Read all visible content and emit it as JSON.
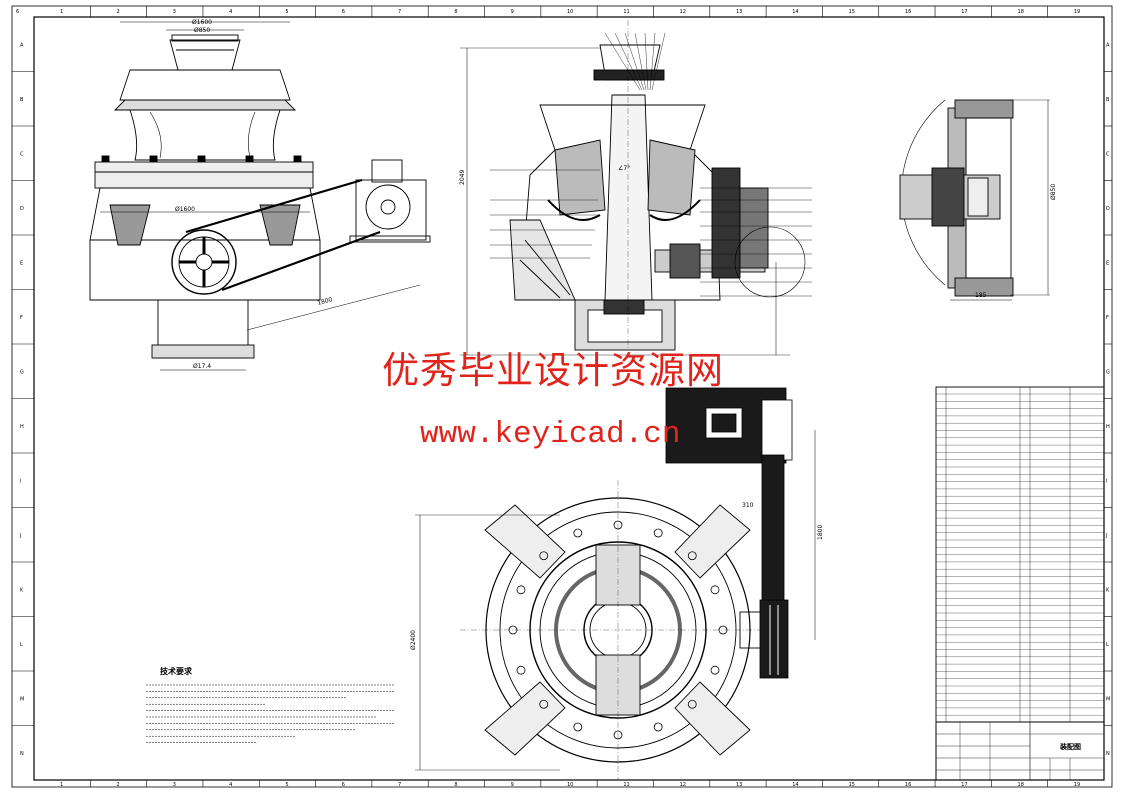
{
  "sheet": {
    "col_labels": [
      "1",
      "2",
      "3",
      "4",
      "5",
      "6",
      "7",
      "8",
      "9",
      "10",
      "11",
      "12",
      "13",
      "14",
      "15",
      "16",
      "17",
      "18",
      "19"
    ],
    "row_labels": [
      "A",
      "B",
      "C",
      "D",
      "E",
      "F",
      "G",
      "H",
      "I",
      "J",
      "K",
      "L",
      "M",
      "N"
    ],
    "corner_code": "6"
  },
  "watermark": {
    "line1": "优秀毕业设计资源网",
    "line2": "www.keyicad.cn"
  },
  "tech_requirements": {
    "title": "技术要求"
  },
  "bom": {
    "title": "装配图"
  },
  "dimensions": {
    "front_outer": "Ø1600",
    "cone_dia": "Ø850",
    "base_width": "Ø17.4",
    "belt_span": "1800",
    "plan_dia": "Ø2400",
    "plan_belt": "1800",
    "plan_side": "310",
    "section_height": "2049",
    "side_dia": "Ø850",
    "side_width": "185",
    "cone_angle": "∠7°"
  },
  "colors": {
    "line": "#000000",
    "watermark": "#e0241b",
    "fill_dark": "#1a1a1a"
  }
}
